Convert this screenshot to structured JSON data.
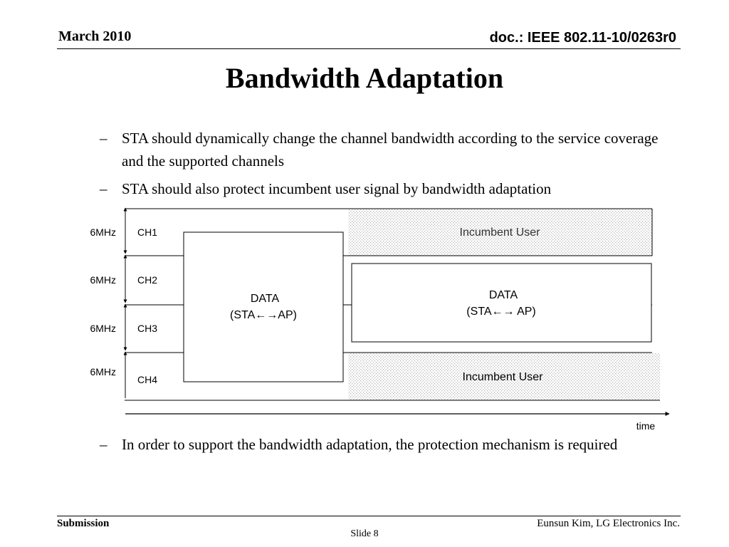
{
  "header": {
    "date": "March 2010",
    "doc_id": "doc.: IEEE 802.11-10/0263r0"
  },
  "title": "Bandwidth Adaptation",
  "bullets_top": [
    "STA should dynamically change the channel bandwidth according to the service coverage and the supported channels",
    "STA should also protect incumbent user signal by bandwidth adaptation"
  ],
  "bullet_marker": "–",
  "diagram": {
    "channels": [
      {
        "width": "6MHz",
        "name": "CH1"
      },
      {
        "width": "6MHz",
        "name": "CH2"
      },
      {
        "width": "6MHz",
        "name": "CH3"
      },
      {
        "width": "6MHz",
        "name": "CH4"
      }
    ],
    "data_block_1": {
      "line1": "DATA",
      "line2": "(STA←→AP)",
      "channels": [
        "CH1",
        "CH2",
        "CH3",
        "CH4"
      ]
    },
    "data_block_2": {
      "line1": "DATA",
      "line2": "(STA←→ AP)",
      "channels": [
        "CH2",
        "CH3"
      ]
    },
    "incumbent_1": {
      "label": "Incumbent User",
      "channel": "CH1"
    },
    "incumbent_2": {
      "label": "Incumbent User",
      "channel": "CH4"
    },
    "time_label": "time",
    "colors": {
      "line": "#000000",
      "hatch": "#b8b8b8",
      "box_fill": "#ffffff"
    }
  },
  "bullets_bottom": [
    "In order to support the bandwidth adaptation, the protection mechanism is required"
  ],
  "footer": {
    "left": "Submission",
    "center": "Slide 8",
    "right": "Eunsun Kim, LG Electronics Inc."
  }
}
